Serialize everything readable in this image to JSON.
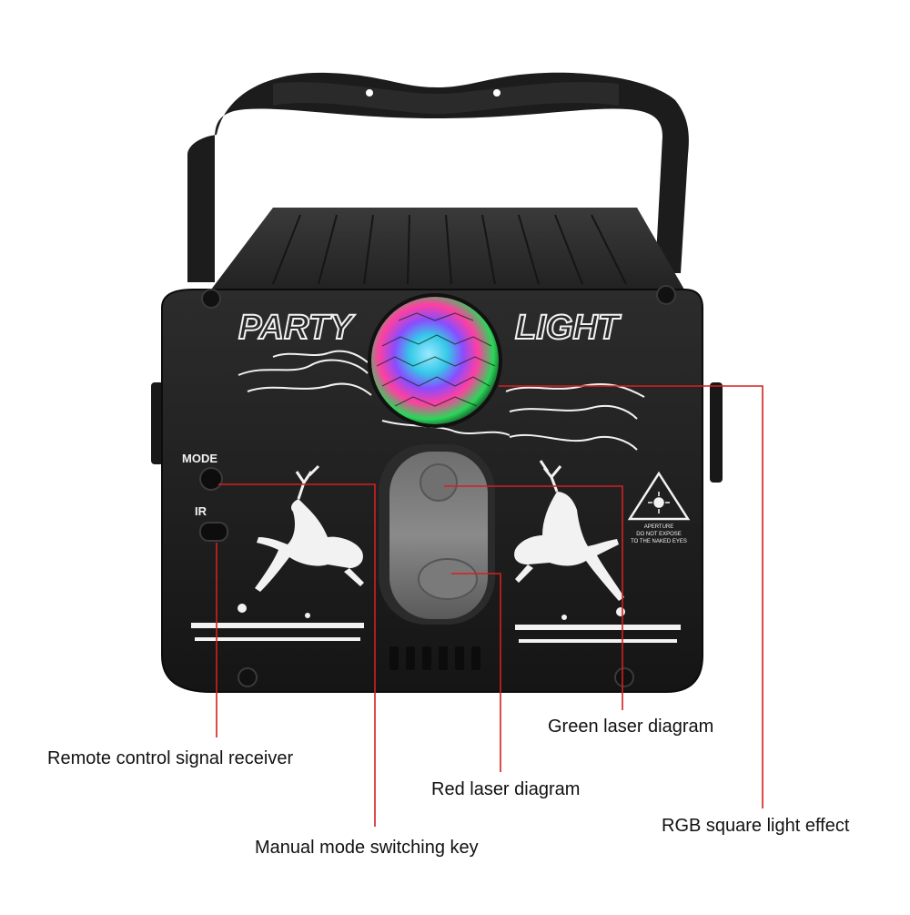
{
  "device": {
    "brand_left": "PARTY",
    "brand_right": "LIGHT",
    "mode_label": "MODE",
    "ir_label": "IR",
    "warning_line1": "APERTURE",
    "warning_line2": "DO NOT EXPOSE",
    "warning_line3": "TO THE NAKED EYES"
  },
  "callouts": {
    "green_laser": "Green laser diagram",
    "remote_receiver": "Remote control signal receiver",
    "red_laser": "Red laser diagram",
    "rgb_light": "RGB square light effect",
    "manual_mode": "Manual mode switching key"
  },
  "colors": {
    "leader_line": "#d42020",
    "device_body": "#1e1e1e",
    "artwork": "#f2f2f2"
  }
}
